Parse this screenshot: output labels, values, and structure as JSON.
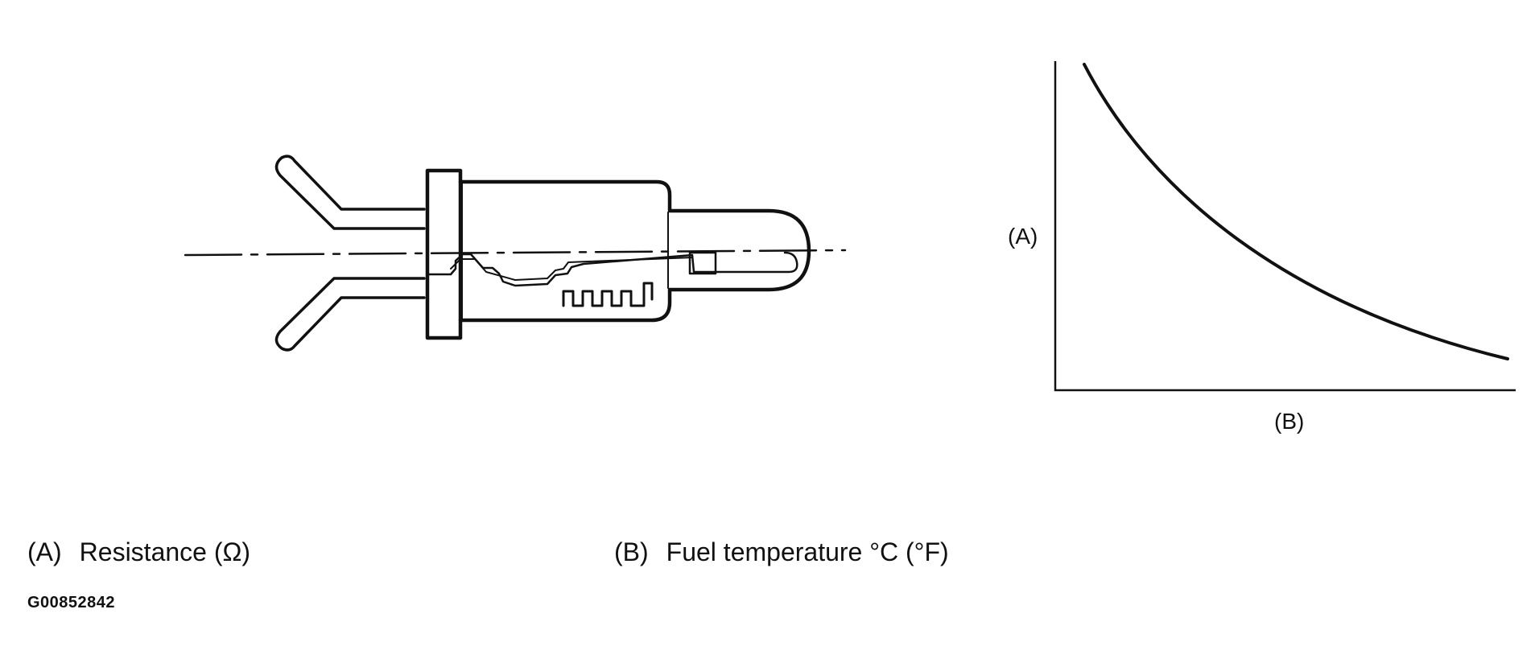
{
  "colors": {
    "ink": "#111111",
    "background": "#ffffff"
  },
  "graph": {
    "y_axis_label": "(A)",
    "x_axis_label": "(B)",
    "curve": "decreasing"
  },
  "legend": [
    {
      "key": "(A)",
      "text": "Resistance (Ω)"
    },
    {
      "key": "(B)",
      "text": "Fuel temperature °C (°F)"
    }
  ],
  "figure_id": "G00852842"
}
